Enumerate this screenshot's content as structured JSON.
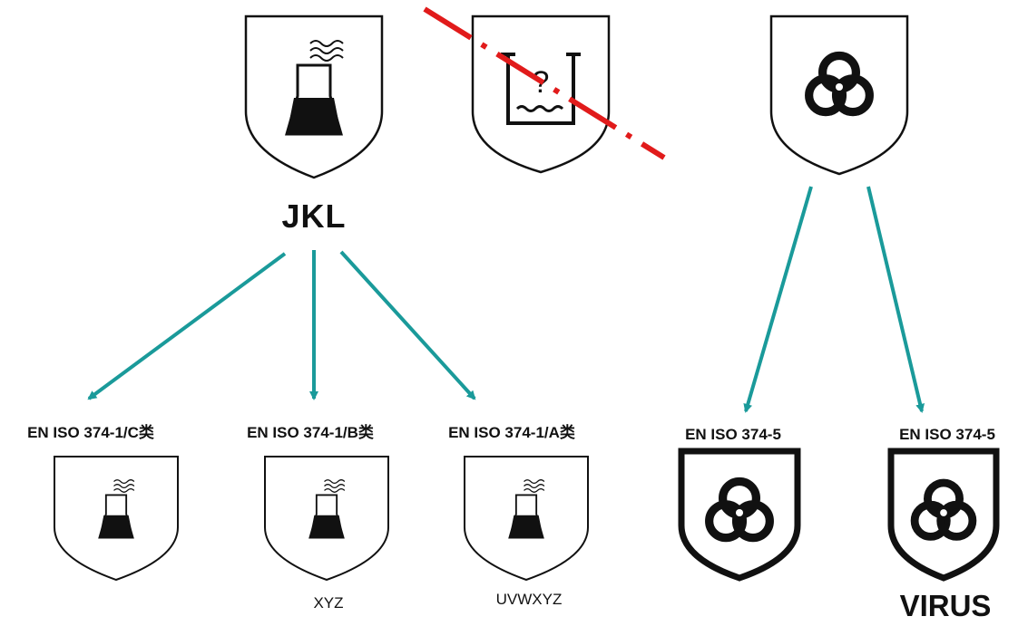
{
  "top": {
    "chemical_code": "JKL"
  },
  "chemical_types": [
    {
      "standard": "EN ISO 374-1/C类",
      "code": ""
    },
    {
      "standard": "EN ISO 374-1/B类",
      "code": "XYZ"
    },
    {
      "standard": "EN ISO 374-1/A类",
      "code": "UVWXYZ"
    }
  ],
  "bio_types": [
    {
      "standard": "EN ISO 374-5",
      "extra": ""
    },
    {
      "standard": "EN ISO 374-5",
      "extra": "VIRUS"
    }
  ],
  "colors": {
    "arrow": "#1a9a9a",
    "strike": "#e11b1b",
    "ink": "#111111"
  },
  "icons": [
    "chemical-flask-icon",
    "unknown-liquid-icon",
    "biohazard-icon"
  ]
}
